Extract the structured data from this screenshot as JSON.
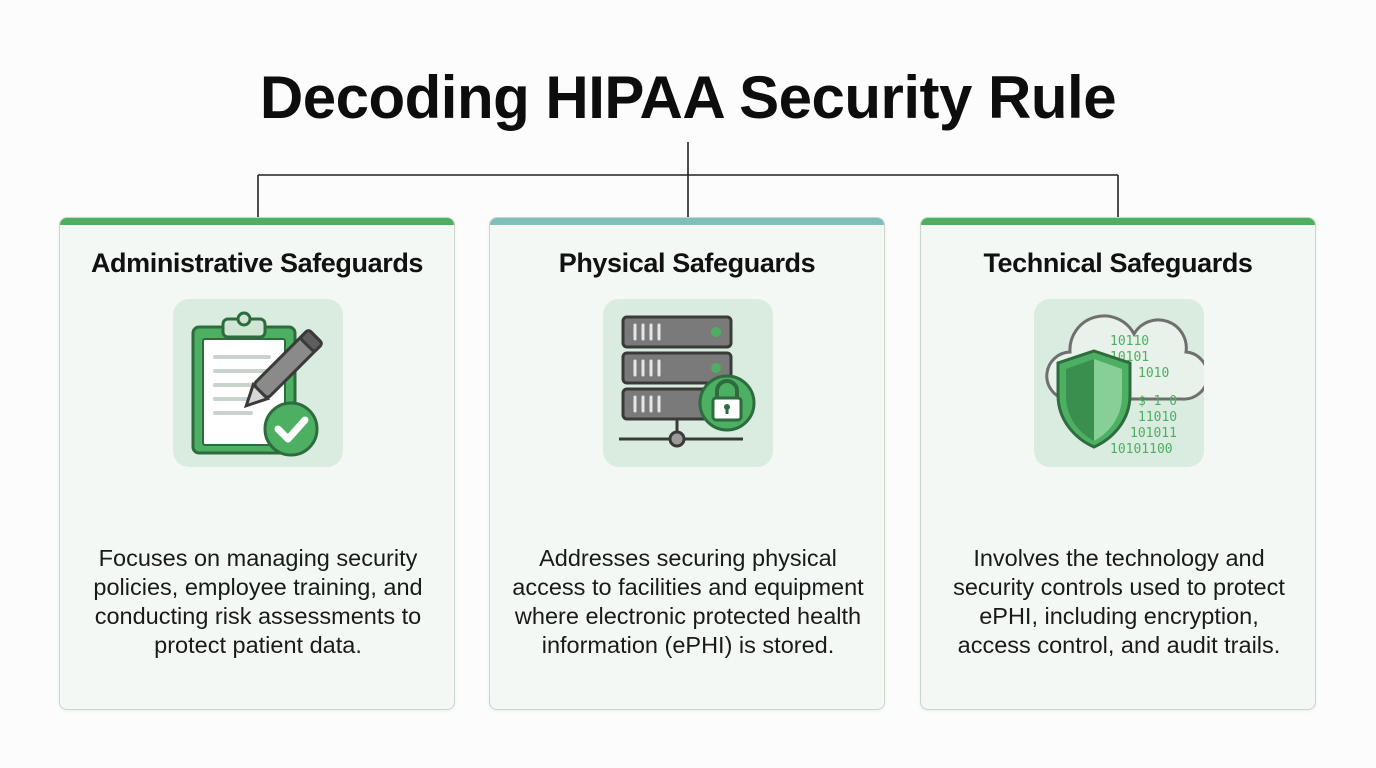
{
  "title": "Decoding HIPAA Security Rule",
  "colors": {
    "green": "#4caf62",
    "teal": "#7fbfb9",
    "dark_green": "#2e6b3e",
    "grey": "#6f6f6f"
  },
  "cards": [
    {
      "title": "Administrative Safeguards",
      "icon": "clipboard-pen-check-icon",
      "description": "Focuses on managing security policies, employee training, and conducting risk assessments to protect patient data."
    },
    {
      "title": "Physical Safeguards",
      "icon": "server-lock-icon",
      "description": "Addresses securing physical access to facilities and equipment where electronic protected health information (ePHI) is stored."
    },
    {
      "title": "Technical Safeguards",
      "icon": "cloud-shield-binary-icon",
      "description": "Involves the technology and security controls used to protect ePHI, including encryption, access control, and audit trails.",
      "binary_lines": [
        "10110",
        "10101",
        "1010",
        "$ 1 0",
        "11010",
        "101011",
        "10101100"
      ]
    }
  ]
}
